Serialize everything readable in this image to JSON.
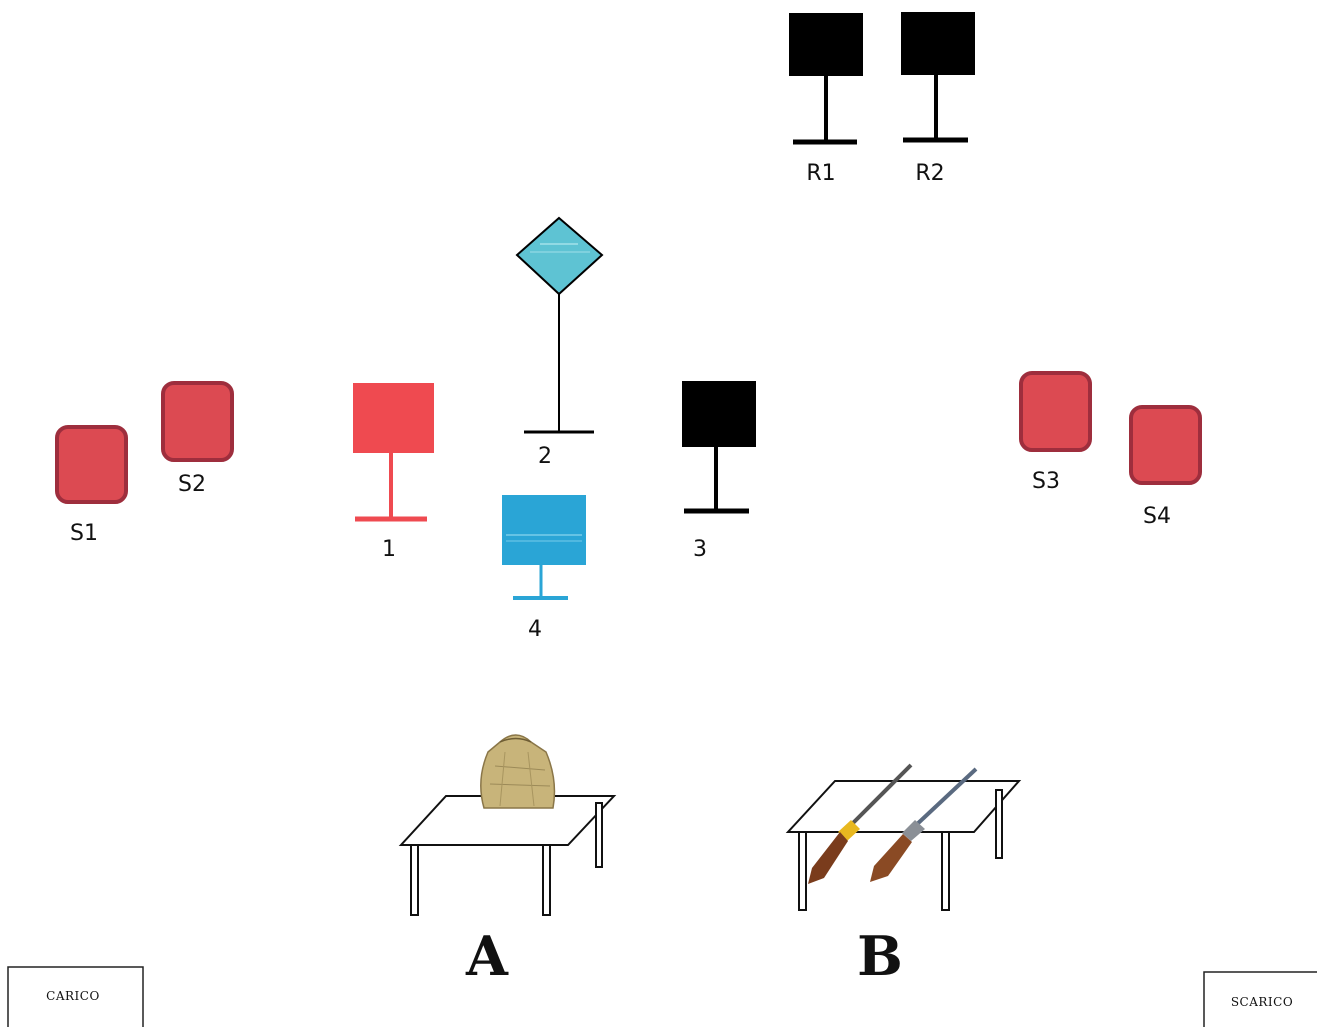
{
  "colors": {
    "red_target": "#ef4a50",
    "black_target": "#000000",
    "cyan_diamond": "#5ec3d3",
    "blue_target": "#2aa5d6",
    "steel_fill": "#dc4a52",
    "steel_stroke": "#9e2e3d",
    "table_stroke": "#111111"
  },
  "targets": {
    "r1": {
      "label": "R1",
      "color": "#000000"
    },
    "r2": {
      "label": "R2",
      "color": "#000000"
    },
    "t1": {
      "label": "1",
      "color": "#ef4a50"
    },
    "t2": {
      "label": "2",
      "color": "#5ec3d3"
    },
    "t3": {
      "label": "3",
      "color": "#000000"
    },
    "t4": {
      "label": "4",
      "color": "#2aa5d6"
    }
  },
  "steels": {
    "s1": {
      "label": "S1"
    },
    "s2": {
      "label": "S2"
    },
    "s3": {
      "label": "S3"
    },
    "s4": {
      "label": "S4"
    }
  },
  "tables": {
    "a": {
      "label": "A",
      "item": "bag-icon"
    },
    "b": {
      "label": "B",
      "item": "shotguns-icon"
    }
  },
  "areas": {
    "load": {
      "label": "CARICO"
    },
    "unload": {
      "label": "SCARICO"
    }
  }
}
